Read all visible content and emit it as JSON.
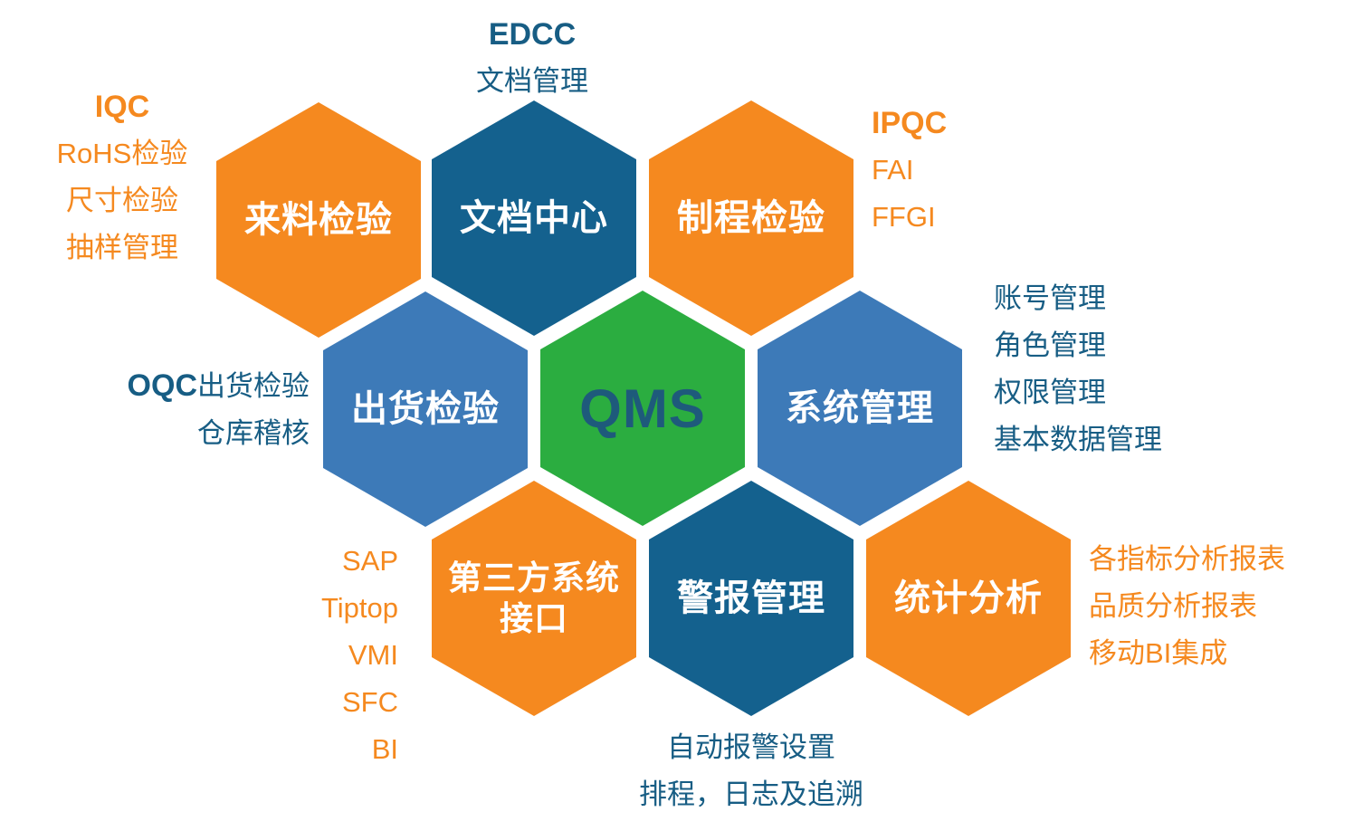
{
  "diagram_title": "QMS",
  "colors": {
    "orange": "#F5891F",
    "dark_blue": "#14618E",
    "medium_blue": "#3D7AB8",
    "green": "#2BAD40",
    "qms_text": "#1E5A7B",
    "hex_label_text": "#FFFFFF"
  },
  "hexagons": [
    {
      "id": "incoming-inspection",
      "lines": [
        "来料检验"
      ],
      "color": "#F5891F"
    },
    {
      "id": "document-center",
      "lines": [
        "文档中心"
      ],
      "color": "#14618E"
    },
    {
      "id": "process-inspection",
      "lines": [
        "制程检验"
      ],
      "color": "#F5891F"
    },
    {
      "id": "shipment-inspection",
      "lines": [
        "出货检验"
      ],
      "color": "#3D7AB8"
    },
    {
      "id": "qms-core",
      "lines": [
        "QMS"
      ],
      "color": "#2BAD40"
    },
    {
      "id": "system-management",
      "lines": [
        "系统管理"
      ],
      "color": "#3D7AB8"
    },
    {
      "id": "third-party-interface",
      "lines": [
        "第三方系统",
        "接口"
      ],
      "color": "#F5891F"
    },
    {
      "id": "alarm-management",
      "lines": [
        "警报管理"
      ],
      "color": "#14618E"
    },
    {
      "id": "statistical-analysis",
      "lines": [
        "统计分析"
      ],
      "color": "#F5891F"
    }
  ],
  "annotations": {
    "iqc": {
      "heading": "IQC",
      "items": [
        "RoHS检验",
        "尺寸检验",
        "抽样管理"
      ]
    },
    "edcc": {
      "heading": "EDCC",
      "items": [
        "文档管理"
      ]
    },
    "ipqc": {
      "heading": "IPQC",
      "items": [
        "FAI",
        "FFGI"
      ]
    },
    "system": {
      "items": [
        "账号管理",
        "角色管理",
        "权限管理",
        "基本数据管理"
      ]
    },
    "oqc": {
      "heading": "OQC",
      "heading_suffix": "出货检验",
      "items": [
        "仓库稽核"
      ]
    },
    "third_party": {
      "items": [
        "SAP",
        "Tiptop",
        "VMI",
        "SFC",
        "BI"
      ]
    },
    "alarm": {
      "items": [
        "自动报警设置",
        "排程，日志及追溯"
      ]
    },
    "stats": {
      "items": [
        "各指标分析报表",
        "品质分析报表",
        "移动BI集成"
      ]
    }
  }
}
